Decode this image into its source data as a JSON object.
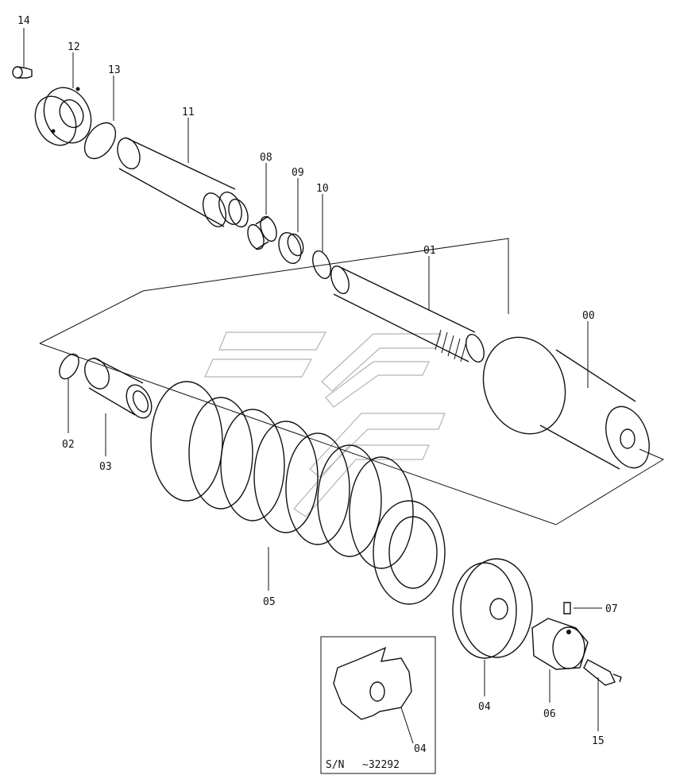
{
  "diagram": {
    "parts": [
      {
        "id": "00"
      },
      {
        "id": "01"
      },
      {
        "id": "02"
      },
      {
        "id": "03"
      },
      {
        "id": "04"
      },
      {
        "id": "05"
      },
      {
        "id": "06"
      },
      {
        "id": "07"
      },
      {
        "id": "08"
      },
      {
        "id": "09"
      },
      {
        "id": "10"
      },
      {
        "id": "11"
      },
      {
        "id": "12"
      },
      {
        "id": "13"
      },
      {
        "id": "14"
      },
      {
        "id": "15"
      }
    ],
    "inset": {
      "part_label": "04",
      "serial_prefix": "S/N",
      "serial_range": "~32292"
    }
  }
}
